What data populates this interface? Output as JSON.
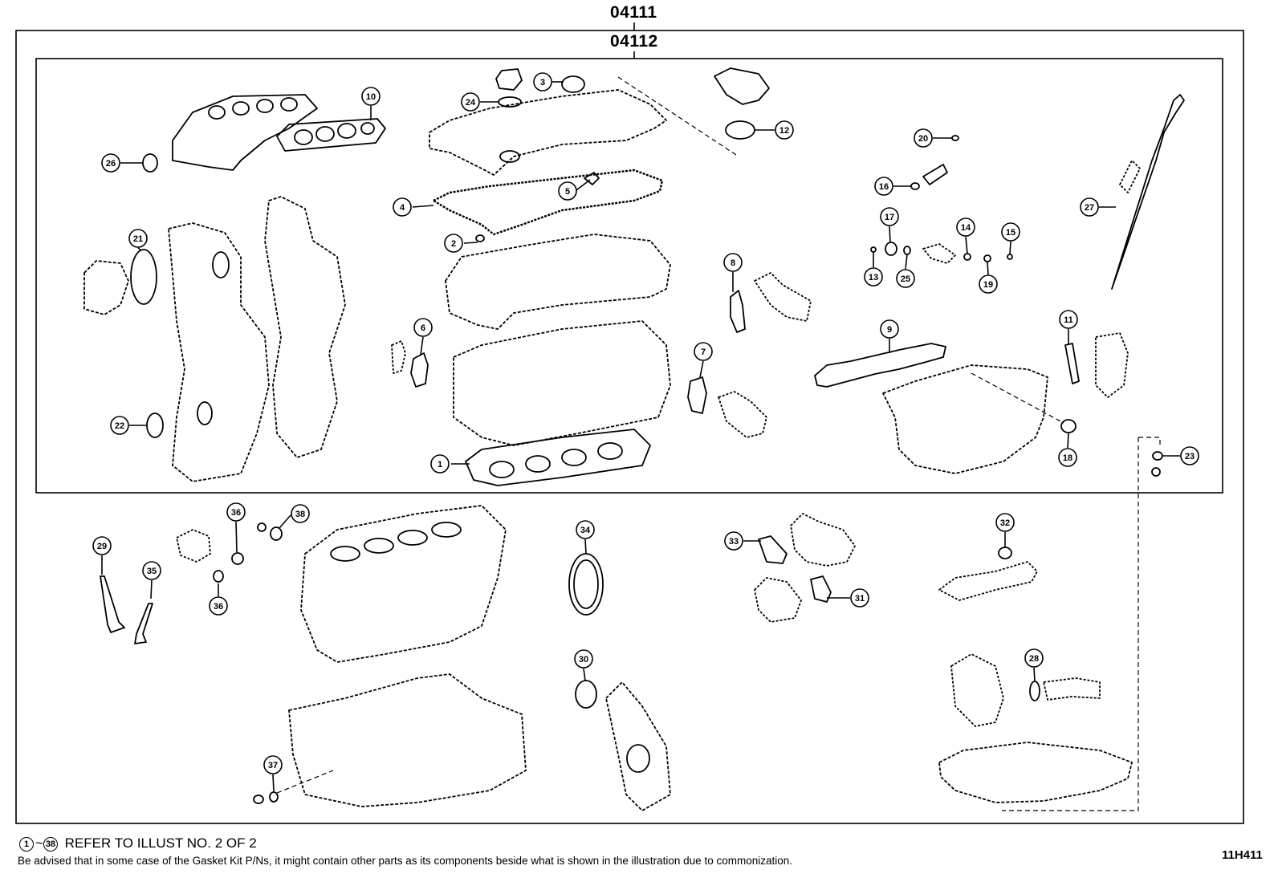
{
  "kit_codes": {
    "outer": "04111",
    "inner": "04112"
  },
  "footer": {
    "range_start": "1",
    "range_end": "38",
    "refer_text": "REFER TO ILLUST NO. 2 OF 2",
    "note": "Be advised that in some case of the Gasket Kit P/Ns,  it might contain other parts as its components beside what is shown in the illustration due to commonization."
  },
  "illustration_id": "11H411",
  "callouts": [
    "1",
    "2",
    "3",
    "4",
    "5",
    "6",
    "7",
    "8",
    "9",
    "10",
    "11",
    "12",
    "13",
    "14",
    "15",
    "16",
    "17",
    "18",
    "19",
    "20",
    "21",
    "22",
    "23",
    "24",
    "25",
    "26",
    "27",
    "28",
    "29",
    "30",
    "31",
    "32",
    "33",
    "34",
    "35",
    "36",
    "36",
    "37",
    "38"
  ]
}
